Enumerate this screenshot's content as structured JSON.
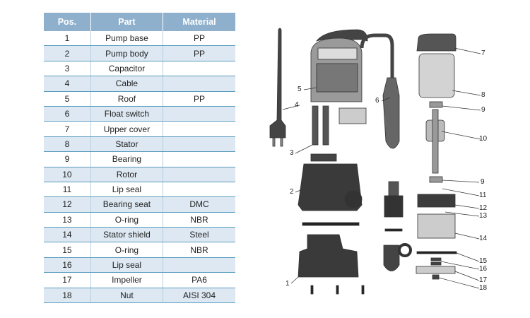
{
  "table": {
    "headers": [
      "Pos.",
      "Part",
      "Material"
    ],
    "rows": [
      [
        "1",
        "Pump base",
        "PP"
      ],
      [
        "2",
        "Pump body",
        "PP"
      ],
      [
        "3",
        "Capacitor",
        ""
      ],
      [
        "4",
        "Cable",
        ""
      ],
      [
        "5",
        "Roof",
        "PP"
      ],
      [
        "6",
        "Float switch",
        ""
      ],
      [
        "7",
        "Upper cover",
        ""
      ],
      [
        "8",
        "Stator",
        ""
      ],
      [
        "9",
        "Bearing",
        ""
      ],
      [
        "10",
        "Rotor",
        ""
      ],
      [
        "11",
        "Lip seal",
        ""
      ],
      [
        "12",
        "Bearing seat",
        "DMC"
      ],
      [
        "13",
        "O-ring",
        "NBR"
      ],
      [
        "14",
        "Stator shield",
        "Steel"
      ],
      [
        "15",
        "O-ring",
        "NBR"
      ],
      [
        "16",
        "Lip seal",
        ""
      ],
      [
        "17",
        "Impeller",
        "PA6"
      ],
      [
        "18",
        "Nut",
        "AISI 304"
      ]
    ]
  },
  "diagram": {
    "callouts": [
      "1",
      "2",
      "3",
      "4",
      "5",
      "6",
      "7",
      "8",
      "9",
      "10",
      "9",
      "11",
      "12",
      "13",
      "14",
      "15",
      "16",
      "17",
      "18"
    ]
  }
}
